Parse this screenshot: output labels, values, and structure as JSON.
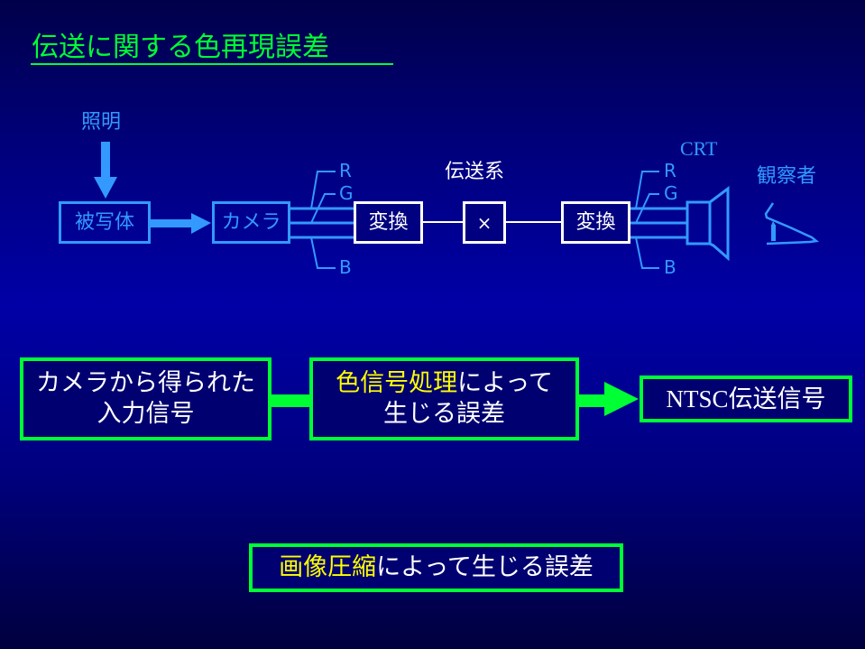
{
  "slide": {
    "title": "伝送に関する色再現誤差",
    "colors": {
      "title": "#00ff33",
      "diagram_blue": "#3399ff",
      "box_border_green": "#00ff33",
      "highlight_yellow": "#ffff00",
      "text_white": "#ffffff"
    }
  },
  "diagram": {
    "illumination_label": "照明",
    "subject_label": "被写体",
    "camera_label": "カメラ",
    "transmission_system_label": "伝送系",
    "convert_label_1": "変換",
    "multiply_label": "×",
    "convert_label_2": "変換",
    "crt_label": "CRT",
    "observer_label": "観察者",
    "channels_left": [
      "R",
      "G",
      "B"
    ],
    "channels_right": [
      "R",
      "G",
      "B"
    ],
    "icons": {
      "arrow_down": "arrow-down-icon",
      "arrow_right": "arrow-right-icon",
      "crt": "crt-display-icon",
      "eye": "eye-icon"
    }
  },
  "flow": {
    "step1_line1": "カメラから得られた",
    "step1_line2": "入力信号",
    "step2_highlight": "色信号処理",
    "step2_rest": "によって",
    "step2_line2": "生じる誤差",
    "step3_prefix": "NTSC",
    "step3_rest": "伝送信号",
    "bottom_highlight": "画像圧縮",
    "bottom_rest": "によって生じる誤差"
  }
}
